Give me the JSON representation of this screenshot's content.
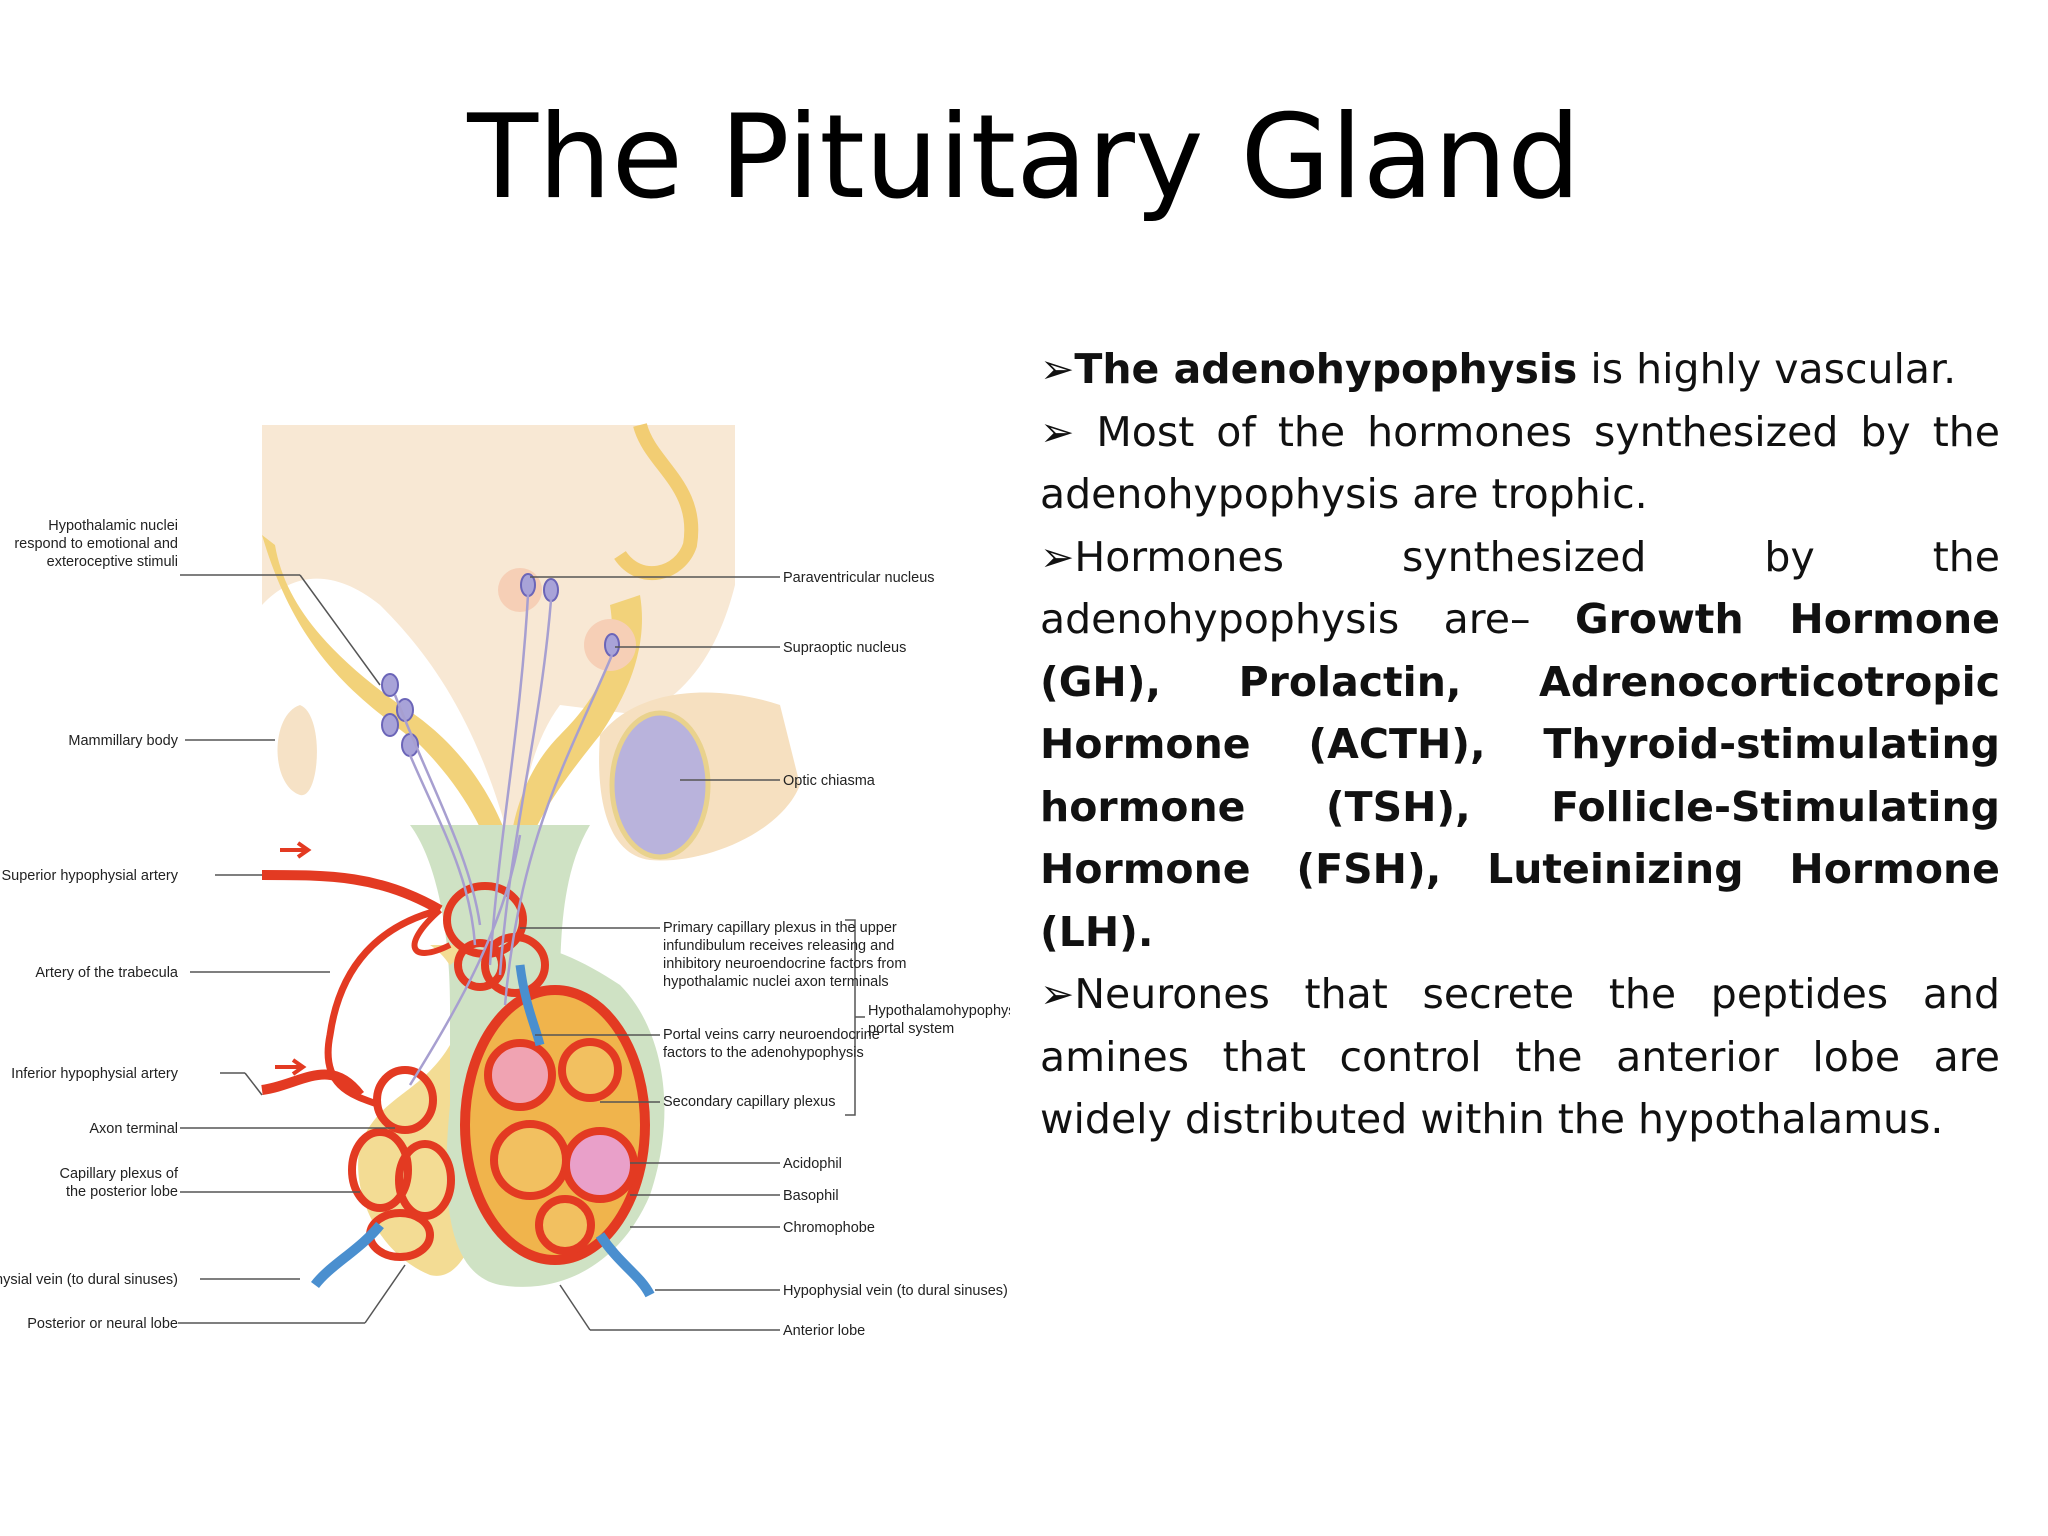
{
  "slide": {
    "title": "The Pituitary Gland",
    "bullet_marker": "➢",
    "bullets": [
      {
        "lead_bold": "The adenohypophysis",
        "rest": " is highly vascular."
      },
      {
        "text": " Most of the hormones synthesized by the adenohypophysis are trophic."
      },
      {
        "text": "Hormones synthesized by the adenohypophysis are– ",
        "bold_tail": "Growth Hormone (GH), Prolactin, Adrenocorticotropic Hormone (ACTH), Thyroid-stimulating hormone (TSH), Follicle-Stimulating Hormone (FSH), Luteinizing Hormone (LH)."
      },
      {
        "text": "Neurones that secrete the peptides and amines that control the anterior lobe are widely distributed within the hypothalamus."
      }
    ]
  },
  "diagram": {
    "left_labels": {
      "hypothalamic_1": "Hypothalamic nuclei",
      "hypothalamic_2": "respond to emotional and",
      "hypothalamic_3": "exteroceptive stimuli",
      "mammillary": "Mammillary body",
      "superior_artery": "Superior hypophysial artery",
      "trabecula": "Artery of the trabecula",
      "inferior_artery": "Inferior hypophysial artery",
      "axon_terminal": "Axon terminal",
      "capillary_post_1": "Capillary plexus of",
      "capillary_post_2": "the posterior lobe",
      "vein_left": "Hypophysial vein (to dural sinuses)",
      "posterior_lobe": "Posterior or neural lobe"
    },
    "right_labels": {
      "paraventricular": "Paraventricular nucleus",
      "supraoptic": "Supraoptic nucleus",
      "optic": "Optic chiasma",
      "primary_1": "Primary capillary plexus in the upper",
      "primary_2": "infundibulum receives releasing and",
      "primary_3": "inhibitory neuroendocrine factors from",
      "primary_4": "hypothalamic nuclei axon terminals",
      "portal_1": "Portal veins carry neuroendocrine",
      "portal_2": "factors to the adenohypophysis",
      "secondary": "Secondary capillary plexus",
      "system_1": "Hypothalamohypophysial",
      "system_2": "portal system",
      "acidophil": "Acidophil",
      "basophil": "Basophil",
      "chromophobe": "Chromophobe",
      "vein_right": "Hypophysial vein (to dural sinuses)",
      "anterior": "Anterior lobe"
    }
  }
}
